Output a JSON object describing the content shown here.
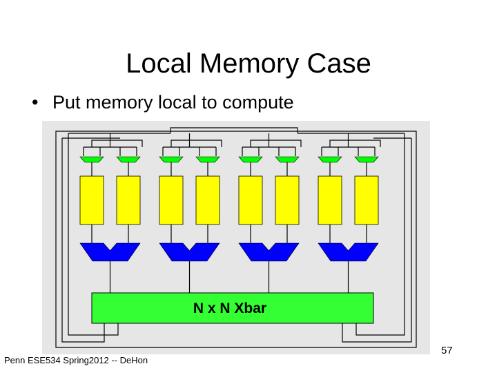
{
  "slide": {
    "title": "Local Memory Case",
    "bullet_symbol": "•",
    "bullet_text": "Put memory local to compute"
  },
  "diagram": {
    "xbar_label": "N x N Xbar",
    "colors": {
      "background": "#e6e6e6",
      "memory": "#ffff00",
      "input_mux": "#00ff00",
      "output_mux": "#0000ff",
      "crossbar": "#33ff33",
      "wire": "#000000"
    }
  },
  "footer": {
    "text": "Penn ESE534 Spring2012 -- DeHon",
    "page_number": "57"
  }
}
